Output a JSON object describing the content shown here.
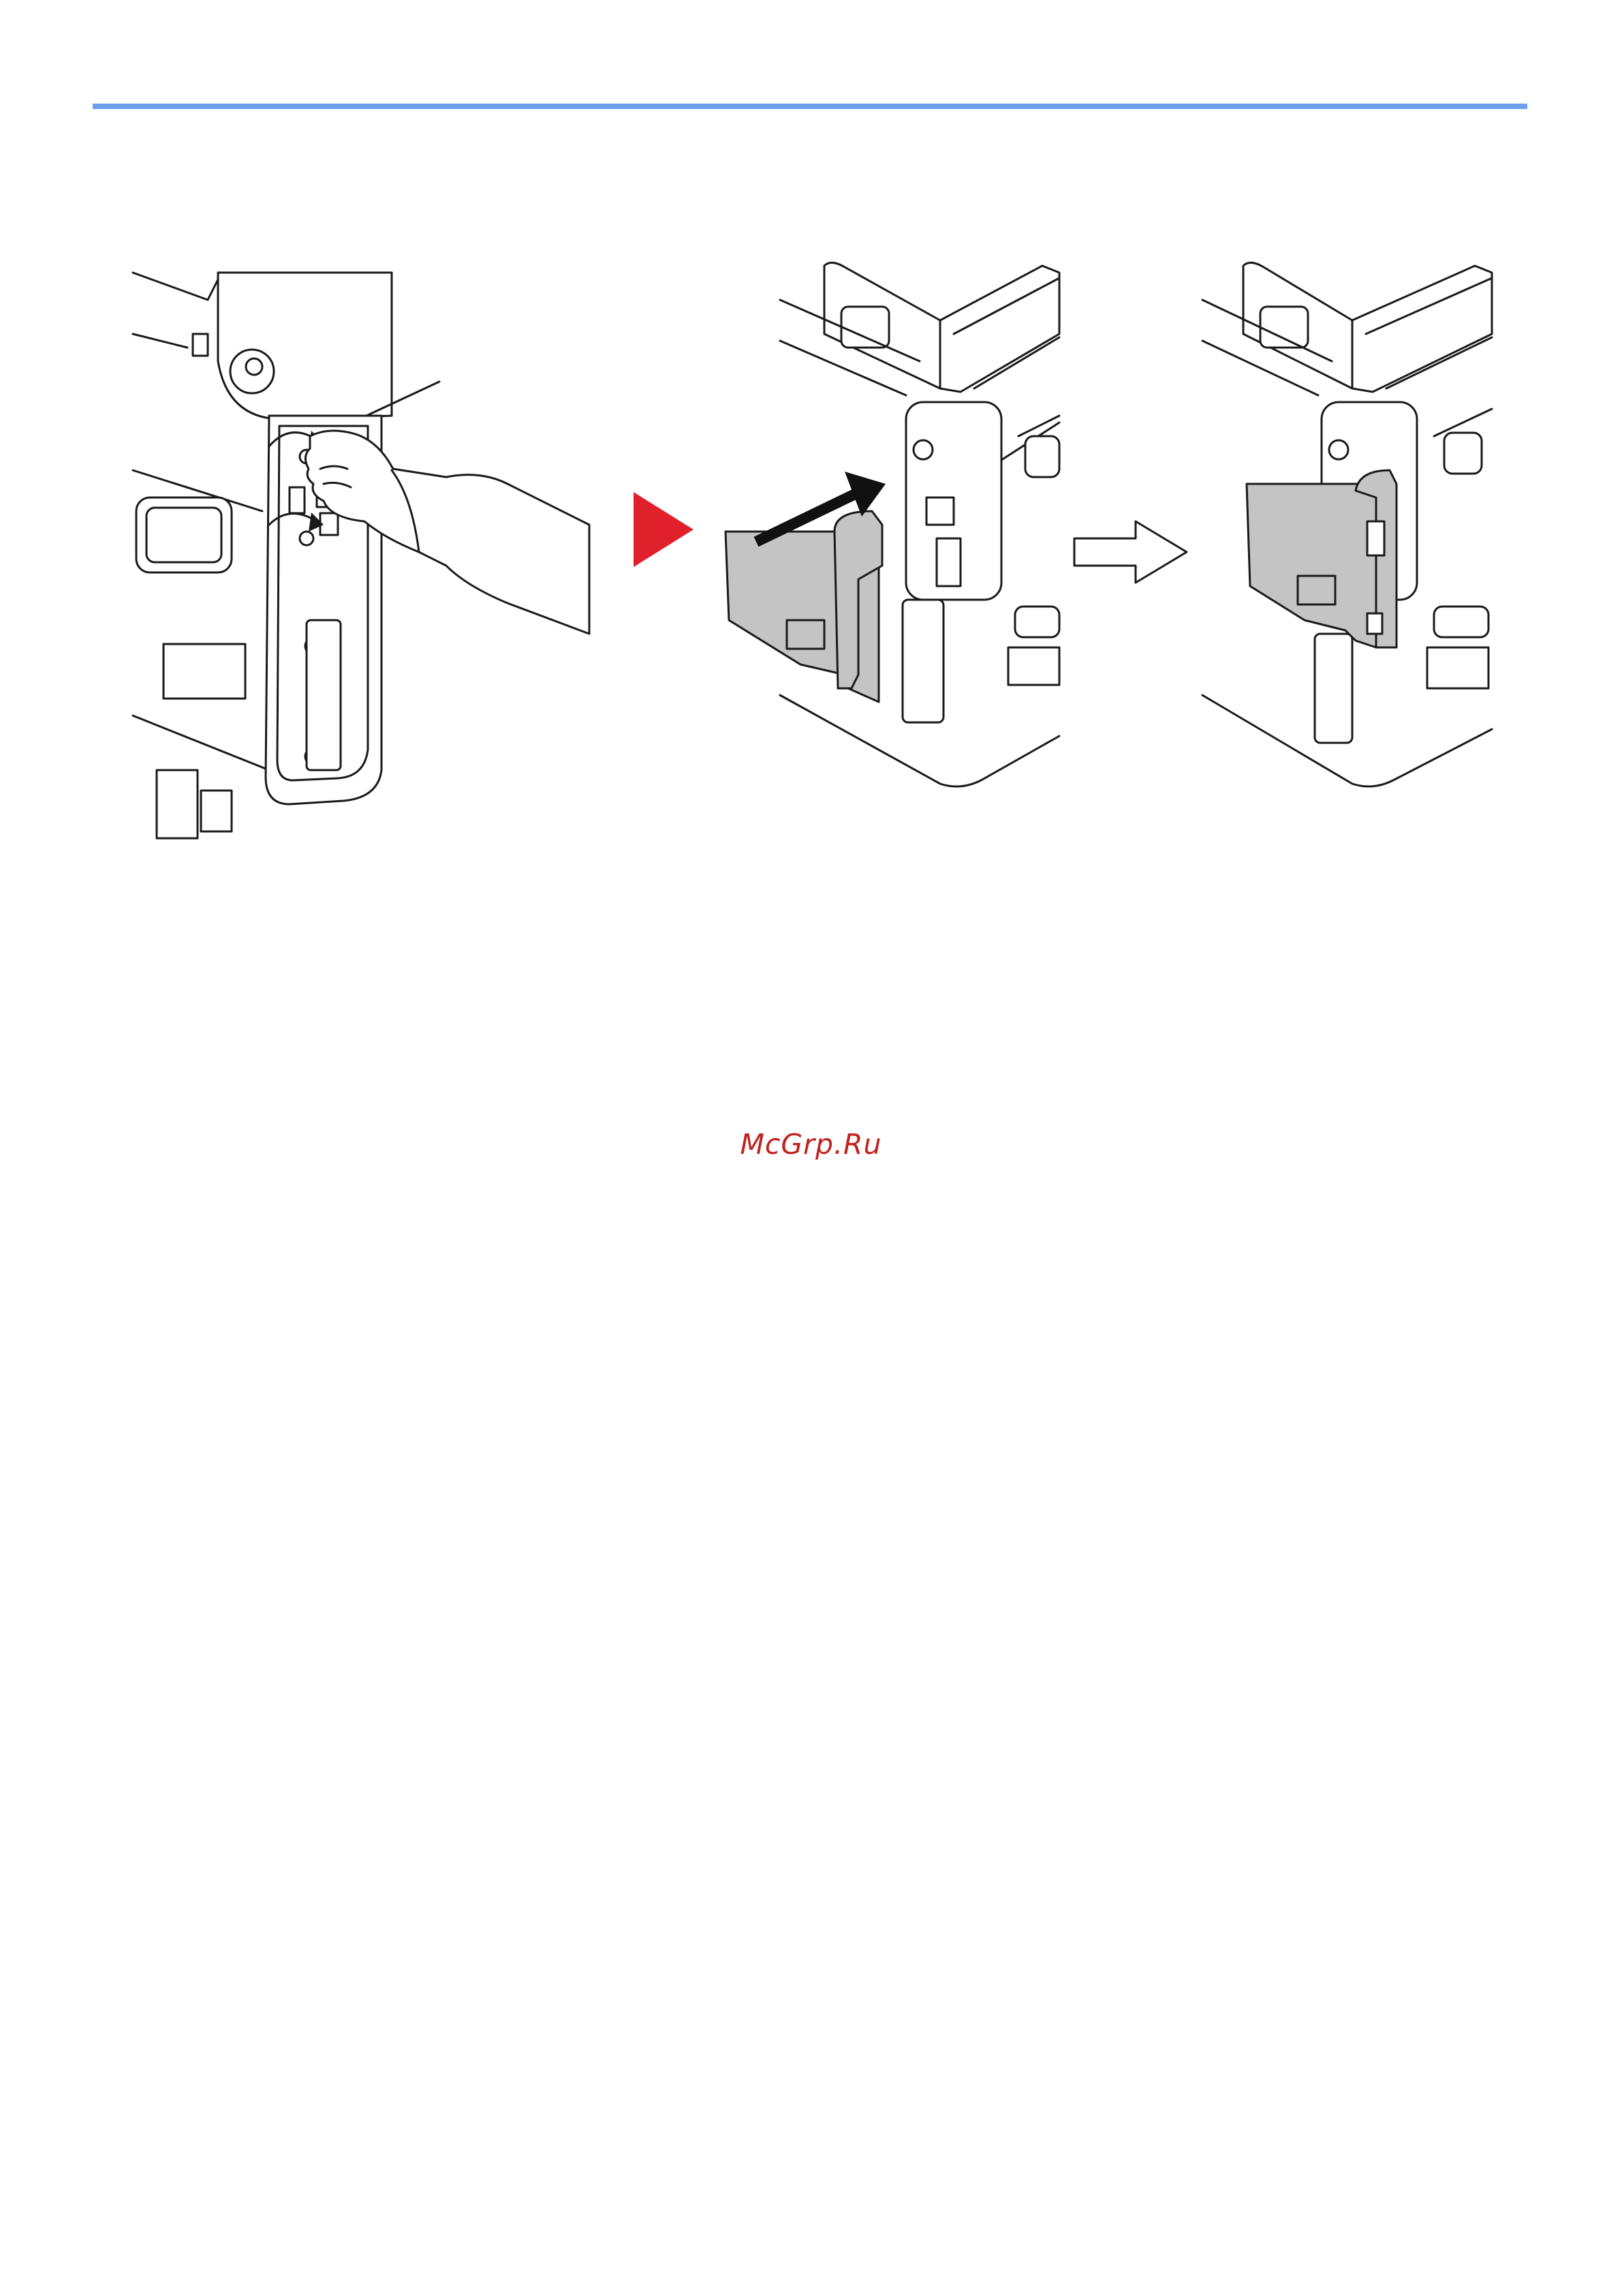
{
  "page": {
    "accent_color": "#6fa0f0",
    "watermark_color": "#c0211d",
    "watermark_text": "McGrp.Ru"
  },
  "figures": [
    {
      "icon": "hand-tightening-screws-illustration"
    },
    {
      "icon": "attaching-cover-illustration"
    },
    {
      "icon": "cover-attached-illustration"
    }
  ],
  "arrows": {
    "step": {
      "icon": "red-triangle-arrow-icon",
      "color": "#e0202a"
    },
    "result": {
      "icon": "outline-arrow-icon"
    }
  }
}
